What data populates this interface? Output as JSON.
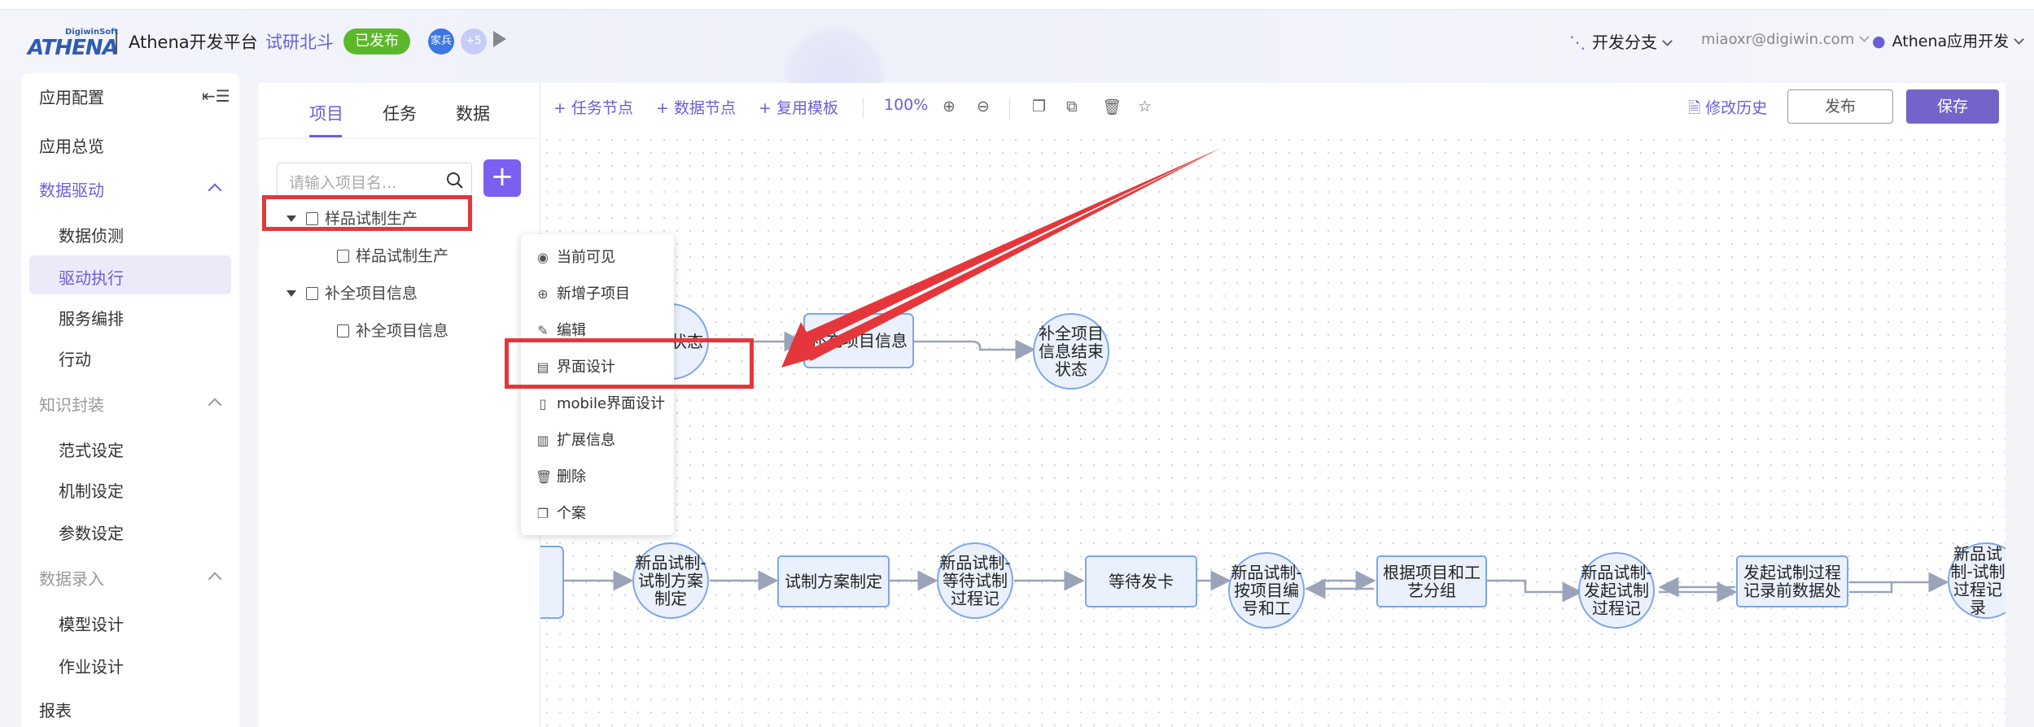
{
  "header": {
    "logo_text": "ATHENA",
    "logo_small": "DigiwinSoft",
    "platform_title": "Athena开发平台",
    "project_name": "试研北斗",
    "status_badge": "已发布",
    "avatar1": "家兵",
    "avatar2": "+5",
    "branch": "开发分支",
    "email": "miaoxr@digiwin.com",
    "app_dev": "Athena应用开发"
  },
  "sidebar": {
    "title": "应用配置",
    "items": [
      {
        "label": "应用总览"
      },
      {
        "label": "数据驱动"
      },
      {
        "label": "数据侦测"
      },
      {
        "label": "驱动执行"
      },
      {
        "label": "服务编排"
      },
      {
        "label": "行动"
      },
      {
        "label": "知识封装"
      },
      {
        "label": "范式设定"
      },
      {
        "label": "机制设定"
      },
      {
        "label": "参数设定"
      },
      {
        "label": "数据录入"
      },
      {
        "label": "模型设计"
      },
      {
        "label": "作业设计"
      },
      {
        "label": "报表"
      }
    ]
  },
  "tree": {
    "tabs": [
      "项目",
      "任务",
      "数据"
    ],
    "search_placeholder": "请输入项目名...",
    "nodes": [
      "样品试制生产",
      "样品试制生产",
      "补全项目信息",
      "补全项目信息"
    ]
  },
  "toolbar": {
    "task_node": "+ 任务节点",
    "data_node": "+ 数据节点",
    "reuse_template": "+ 复用模板",
    "zoom": "100%",
    "history": "修改历史",
    "publish": "发布",
    "save": "保存"
  },
  "menu": {
    "items": [
      "当前可见",
      "新增子项目",
      "编辑",
      "界面设计",
      "mobile界面设计",
      "扩展信息",
      "删除",
      "个案"
    ]
  },
  "flow": {
    "nodes": [
      "任务状态",
      "补充项目信息",
      "补全项目信息结束状态",
      "新品试制-试制方案制定",
      "试制方案制定",
      "新品试制-等待试制过程记",
      "等待发卡",
      "新品试制-按项目编号和工",
      "根据项目和工艺分组",
      "新品试制-发起试制过程记",
      "发起试制过程记录前数据处",
      "新品试制-试制过程记录"
    ]
  },
  "colors": {
    "accent": "#6a5fd6",
    "highlight": "#e5373b",
    "badge_green": "#5cb82a"
  }
}
